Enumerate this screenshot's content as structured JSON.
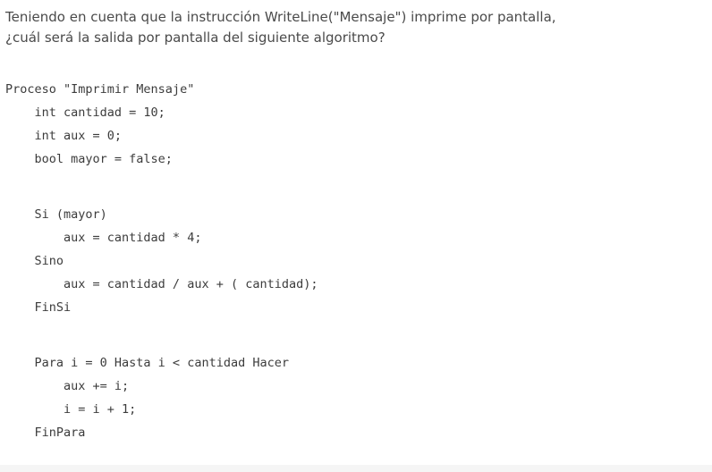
{
  "question": {
    "line1": "Teniendo en cuenta que la instrucción WriteLine(\"Mensaje\") imprime por pantalla,",
    "line2": "¿cuál será la salida por pantalla del siguiente algoritmo?"
  },
  "code": {
    "lines": [
      "Proceso \"Imprimir Mensaje\"",
      "    int cantidad = 10;",
      "    int aux = 0;",
      "    bool mayor = false;",
      "",
      "    Si (mayor)",
      "        aux = cantidad * 4;",
      "    Sino",
      "        aux = cantidad / aux + ( cantidad);",
      "    FinSi",
      "",
      "    Para i = 0 Hasta i < cantidad Hacer",
      "        aux += i;",
      "        i = i + 1;",
      "    FinPara"
    ]
  }
}
